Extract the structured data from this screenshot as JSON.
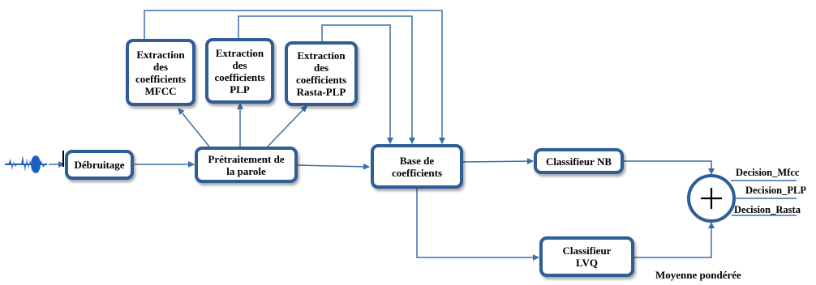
{
  "nodes": {
    "extraction_mfcc": "Extraction\ndes\ncoefficients\nMFCC",
    "extraction_plp": "Extraction\ndes\ncoefficients\nPLP",
    "extraction_rasta": "Extraction\ndes\ncoefficients\nRasta-PLP",
    "debruitage": "Débruitage",
    "pretraitement": "Prétraitement de\nla parole",
    "base": "Base de\ncoefficients",
    "classifieur_nb": "Classifieur NB",
    "classifieur_lvq": "Classifieur\nLVQ"
  },
  "labels": {
    "decision_mfcc": "Decision_Mfcc",
    "decision_plp": "Decision_PLP",
    "decision_rasta": "Decision_Rasta",
    "moyenne": "Moyenne pondérée",
    "sum_symbol": "+"
  },
  "colors": {
    "box_border": "#2f5d96",
    "arrow": "#3b6ea8",
    "signal": "#1f5fbf"
  }
}
